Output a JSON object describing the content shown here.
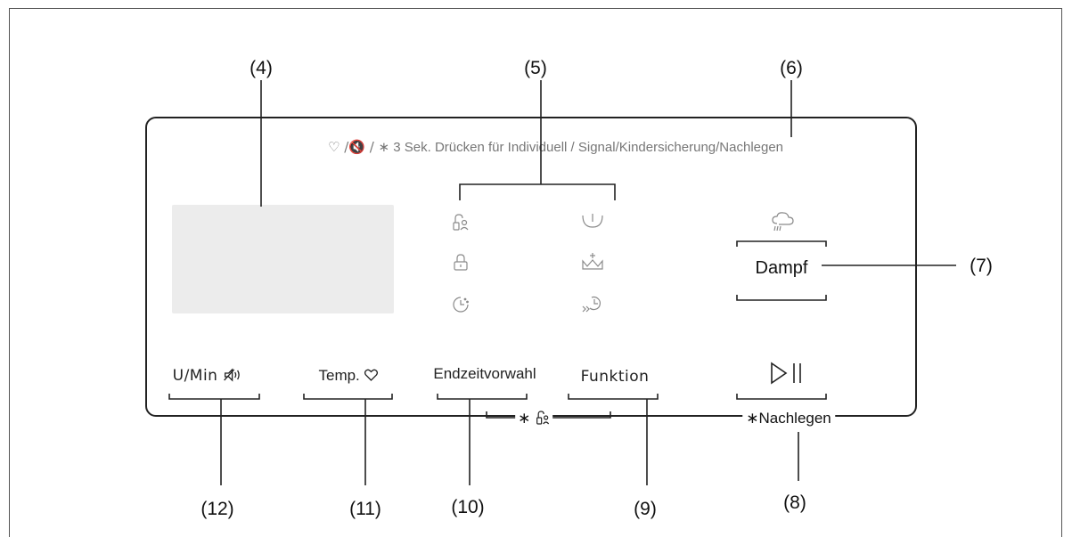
{
  "callouts": {
    "c4": "(4)",
    "c5": "(5)",
    "c6": "(6)",
    "c7": "(7)",
    "c8": "(8)",
    "c9": "(9)",
    "c10": "(10)",
    "c11": "(11)",
    "c12": "(12)"
  },
  "hint": {
    "symbols": "♡ /🔇 / ∗",
    "text": "3 Sek. Drücken für Individuell / Signal/Kindersicherung/Nachlegen"
  },
  "buttons": {
    "speed": "U/Min",
    "temp": "Temp.",
    "end_time": "Endzeitvorwahl",
    "function": "Funktion",
    "steam": "Dampf"
  },
  "bottom_labels": {
    "child_lock_combo": "∗",
    "add_laundry": "∗Nachlegen"
  },
  "indicator_icons": [
    "child-lock-icon",
    "basin-icon",
    "lock-icon",
    "crown-icon",
    "timer-icon",
    "fast-timer-icon"
  ],
  "colors": {
    "outline": "#222222",
    "display": "#ececec",
    "hint_text": "#777777"
  }
}
